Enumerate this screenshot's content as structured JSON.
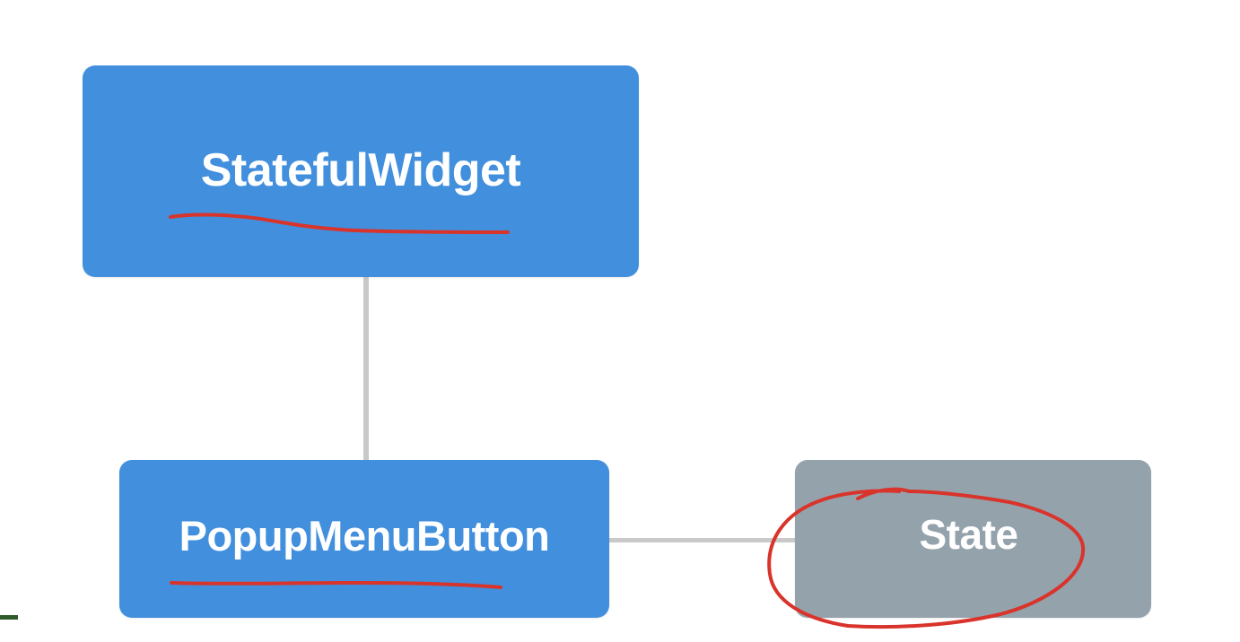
{
  "diagram": {
    "nodes": [
      {
        "id": "stateful_widget",
        "label": "StatefulWidget",
        "color": "#418fdd"
      },
      {
        "id": "popup_menu_button",
        "label": "PopupMenuButton",
        "color": "#418fdd"
      },
      {
        "id": "state",
        "label": "State",
        "color": "#94a2ac"
      }
    ],
    "edges": [
      {
        "from": "stateful_widget",
        "to": "popup_menu_button"
      },
      {
        "from": "popup_menu_button",
        "to": "state"
      }
    ],
    "connector_color": "#c9c9c9"
  },
  "annotations": {
    "color": "#d9342b",
    "marks": [
      {
        "type": "underline",
        "target": "stateful_widget"
      },
      {
        "type": "underline",
        "target": "popup_menu_button"
      },
      {
        "type": "circle",
        "target": "state"
      }
    ]
  }
}
